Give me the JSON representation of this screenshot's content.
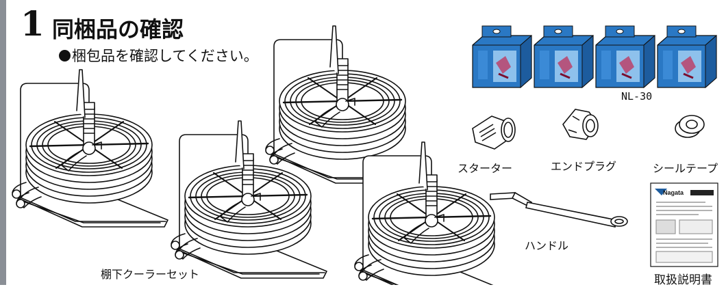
{
  "section": {
    "number": "1",
    "title": "同梱品の確認",
    "instruction": "梱包品を確認してください。"
  },
  "items": {
    "nozzle_model": "NL-30",
    "starter": "スターター",
    "end_plug": "エンドプラグ",
    "seal_tape": "シールテープ",
    "handle": "ハンドル",
    "cooler_set": "棚下クーラーセット",
    "manual": "取扱説明書",
    "manual_brand": "Nagata"
  },
  "colors": {
    "box_blue": "#2a78c4",
    "box_side": "#1d5c9e",
    "pipe_red": "#c0305a",
    "sidebar_gray": "#8a8f96"
  }
}
